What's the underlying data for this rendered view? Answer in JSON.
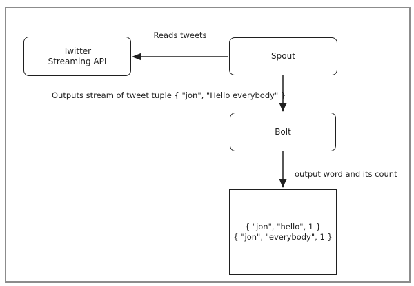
{
  "nodes": {
    "twitter_api": {
      "line1": "Twitter",
      "line2": "Streaming API"
    },
    "spout": {
      "label": "Spout"
    },
    "bolt": {
      "label": "Bolt"
    },
    "output": {
      "line1": "{ \"jon\", \"hello\", 1 }",
      "line2": "{ \"jon\", \"everybody\", 1 }"
    }
  },
  "edges": {
    "spout_to_twitter": {
      "label": "Reads tweets"
    },
    "spout_to_bolt": {
      "label": "Outputs stream of tweet tuple { \"jon\", \"Hello everybody\" }"
    },
    "bolt_to_output": {
      "label": "output word and its count"
    }
  },
  "colors": {
    "background": "#ffffff",
    "frame_border": "#8c8c8c",
    "box_border": "#1f1f1f",
    "arrow": "#1f1f1f",
    "text": "#1f1f1f"
  }
}
